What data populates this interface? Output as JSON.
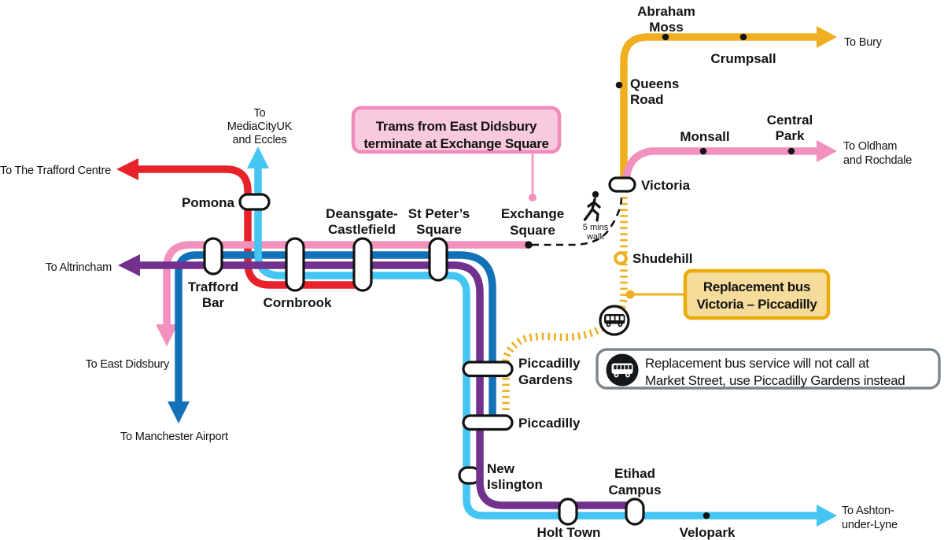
{
  "colors": {
    "yellow": "#EFAF21",
    "pink": "#F391BE",
    "red": "#E8222A",
    "light_blue": "#45C6F2",
    "dark_blue": "#1371B8",
    "purple": "#72308F",
    "gray_border": "#7D858C",
    "pink_box_fill": "#F9CADF",
    "yellow_box_fill": "#F6DC9A",
    "black": "#131313"
  },
  "stations": {
    "abraham_moss": [
      "Abraham",
      "Moss"
    ],
    "crumpsall": [
      "Crumpsall"
    ],
    "queens_road": [
      "Queens",
      "Road"
    ],
    "victoria": [
      "Victoria"
    ],
    "monsall": [
      "Monsall"
    ],
    "central_park": [
      "Central",
      "Park"
    ],
    "shudehill": [
      "Shudehill"
    ],
    "exchange_square": [
      "Exchange",
      "Square"
    ],
    "st_peters_square": [
      "St Peter’s",
      "Square"
    ],
    "deansgate_castlefield": [
      "Deansgate-",
      "Castlefield"
    ],
    "cornbrook": [
      "Cornbrook"
    ],
    "trafford_bar": [
      "Trafford",
      "Bar"
    ],
    "pomona": [
      "Pomona"
    ],
    "piccadilly_gardens": [
      "Piccadilly",
      "Gardens"
    ],
    "piccadilly": [
      "Piccadilly"
    ],
    "new_islington": [
      "New",
      "Islington"
    ],
    "holt_town": [
      "Holt Town"
    ],
    "etihad_campus": [
      "Etihad",
      "Campus"
    ],
    "velopark": [
      "Velopark"
    ]
  },
  "termini": {
    "bury": [
      "To Bury"
    ],
    "oldham_rochdale": [
      "To Oldham",
      "and Rochdale"
    ],
    "trafford_centre": [
      "To The Trafford Centre"
    ],
    "mediacity": [
      "To",
      "MediaCityUK",
      "and Eccles"
    ],
    "altrincham": [
      "To Altrincham"
    ],
    "east_didsbury": [
      "To East Didsbury"
    ],
    "manchester_airport": [
      "To Manchester Airport"
    ],
    "ashton": [
      "To Ashton-",
      "under-Lyne"
    ]
  },
  "callouts": {
    "exchange_square_notice": [
      "Trams from East Didsbury",
      "terminate at Exchange Square"
    ],
    "replacement_bus": [
      "Replacement bus",
      "Victoria – Piccadilly"
    ],
    "info_box": [
      "Replacement bus service will not call at",
      "Market Street, use Piccadilly Gardens instead"
    ]
  },
  "notes": {
    "walk": [
      "5 mins",
      "walk"
    ]
  }
}
